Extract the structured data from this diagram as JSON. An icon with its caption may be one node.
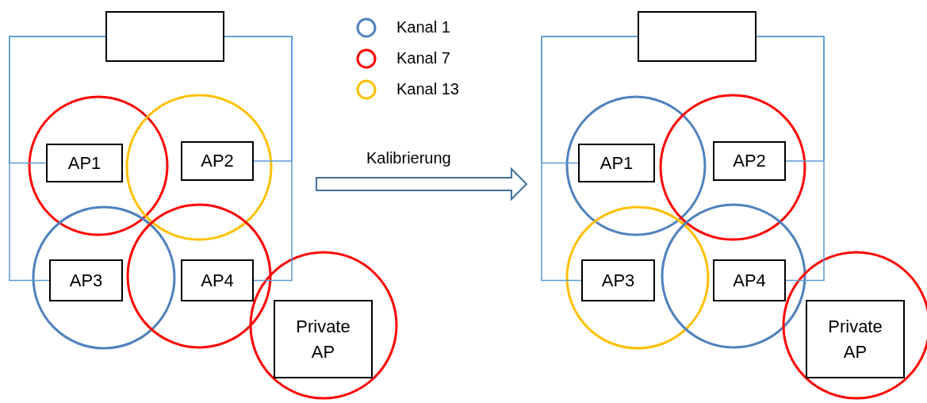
{
  "diagram": {
    "nodes": [
      {
        "text": [],
        "shape": "box"
      },
      {
        "text": [
          "AP1"
        ]
      },
      {
        "text": [
          "AP2"
        ]
      },
      {
        "text": [
          "AP3"
        ]
      },
      {
        "text": [
          "AP4"
        ]
      },
      {
        "text": [
          "Private AP"
        ]
      },
      {
        "text": [],
        "shape": "box"
      },
      {
        "text": [
          "AP1"
        ]
      },
      {
        "text": [
          "AP2"
        ]
      },
      {
        "text": [
          "AP3"
        ]
      },
      {
        "text": [
          "AP4"
        ]
      },
      {
        "text": [
          "Private AP"
        ]
      }
    ],
    "edges": [
      {
        "from": 0,
        "to": 1,
        "arrow": "none"
      },
      {
        "from": 0,
        "to": 3,
        "arrow": "none"
      },
      {
        "from": 0,
        "to": 2,
        "arrow": "none"
      },
      {
        "from": 0,
        "to": 4,
        "arrow": "none"
      },
      {
        "from": 6,
        "to": 7,
        "arrow": "none"
      },
      {
        "from": 6,
        "to": 9,
        "arrow": "none"
      },
      {
        "from": 6,
        "to": 8,
        "arrow": "none"
      },
      {
        "from": 6,
        "to": 10,
        "arrow": "none"
      }
    ],
    "labels": [
      "Kalibrierung"
    ],
    "legend": [
      {
        "text": "Kanal 1",
        "color": "#4f81bd"
      },
      {
        "text": "Kanal 7",
        "color": "#ff0000"
      },
      {
        "text": "Kanal 13",
        "color": "#ffc000"
      }
    ]
  }
}
